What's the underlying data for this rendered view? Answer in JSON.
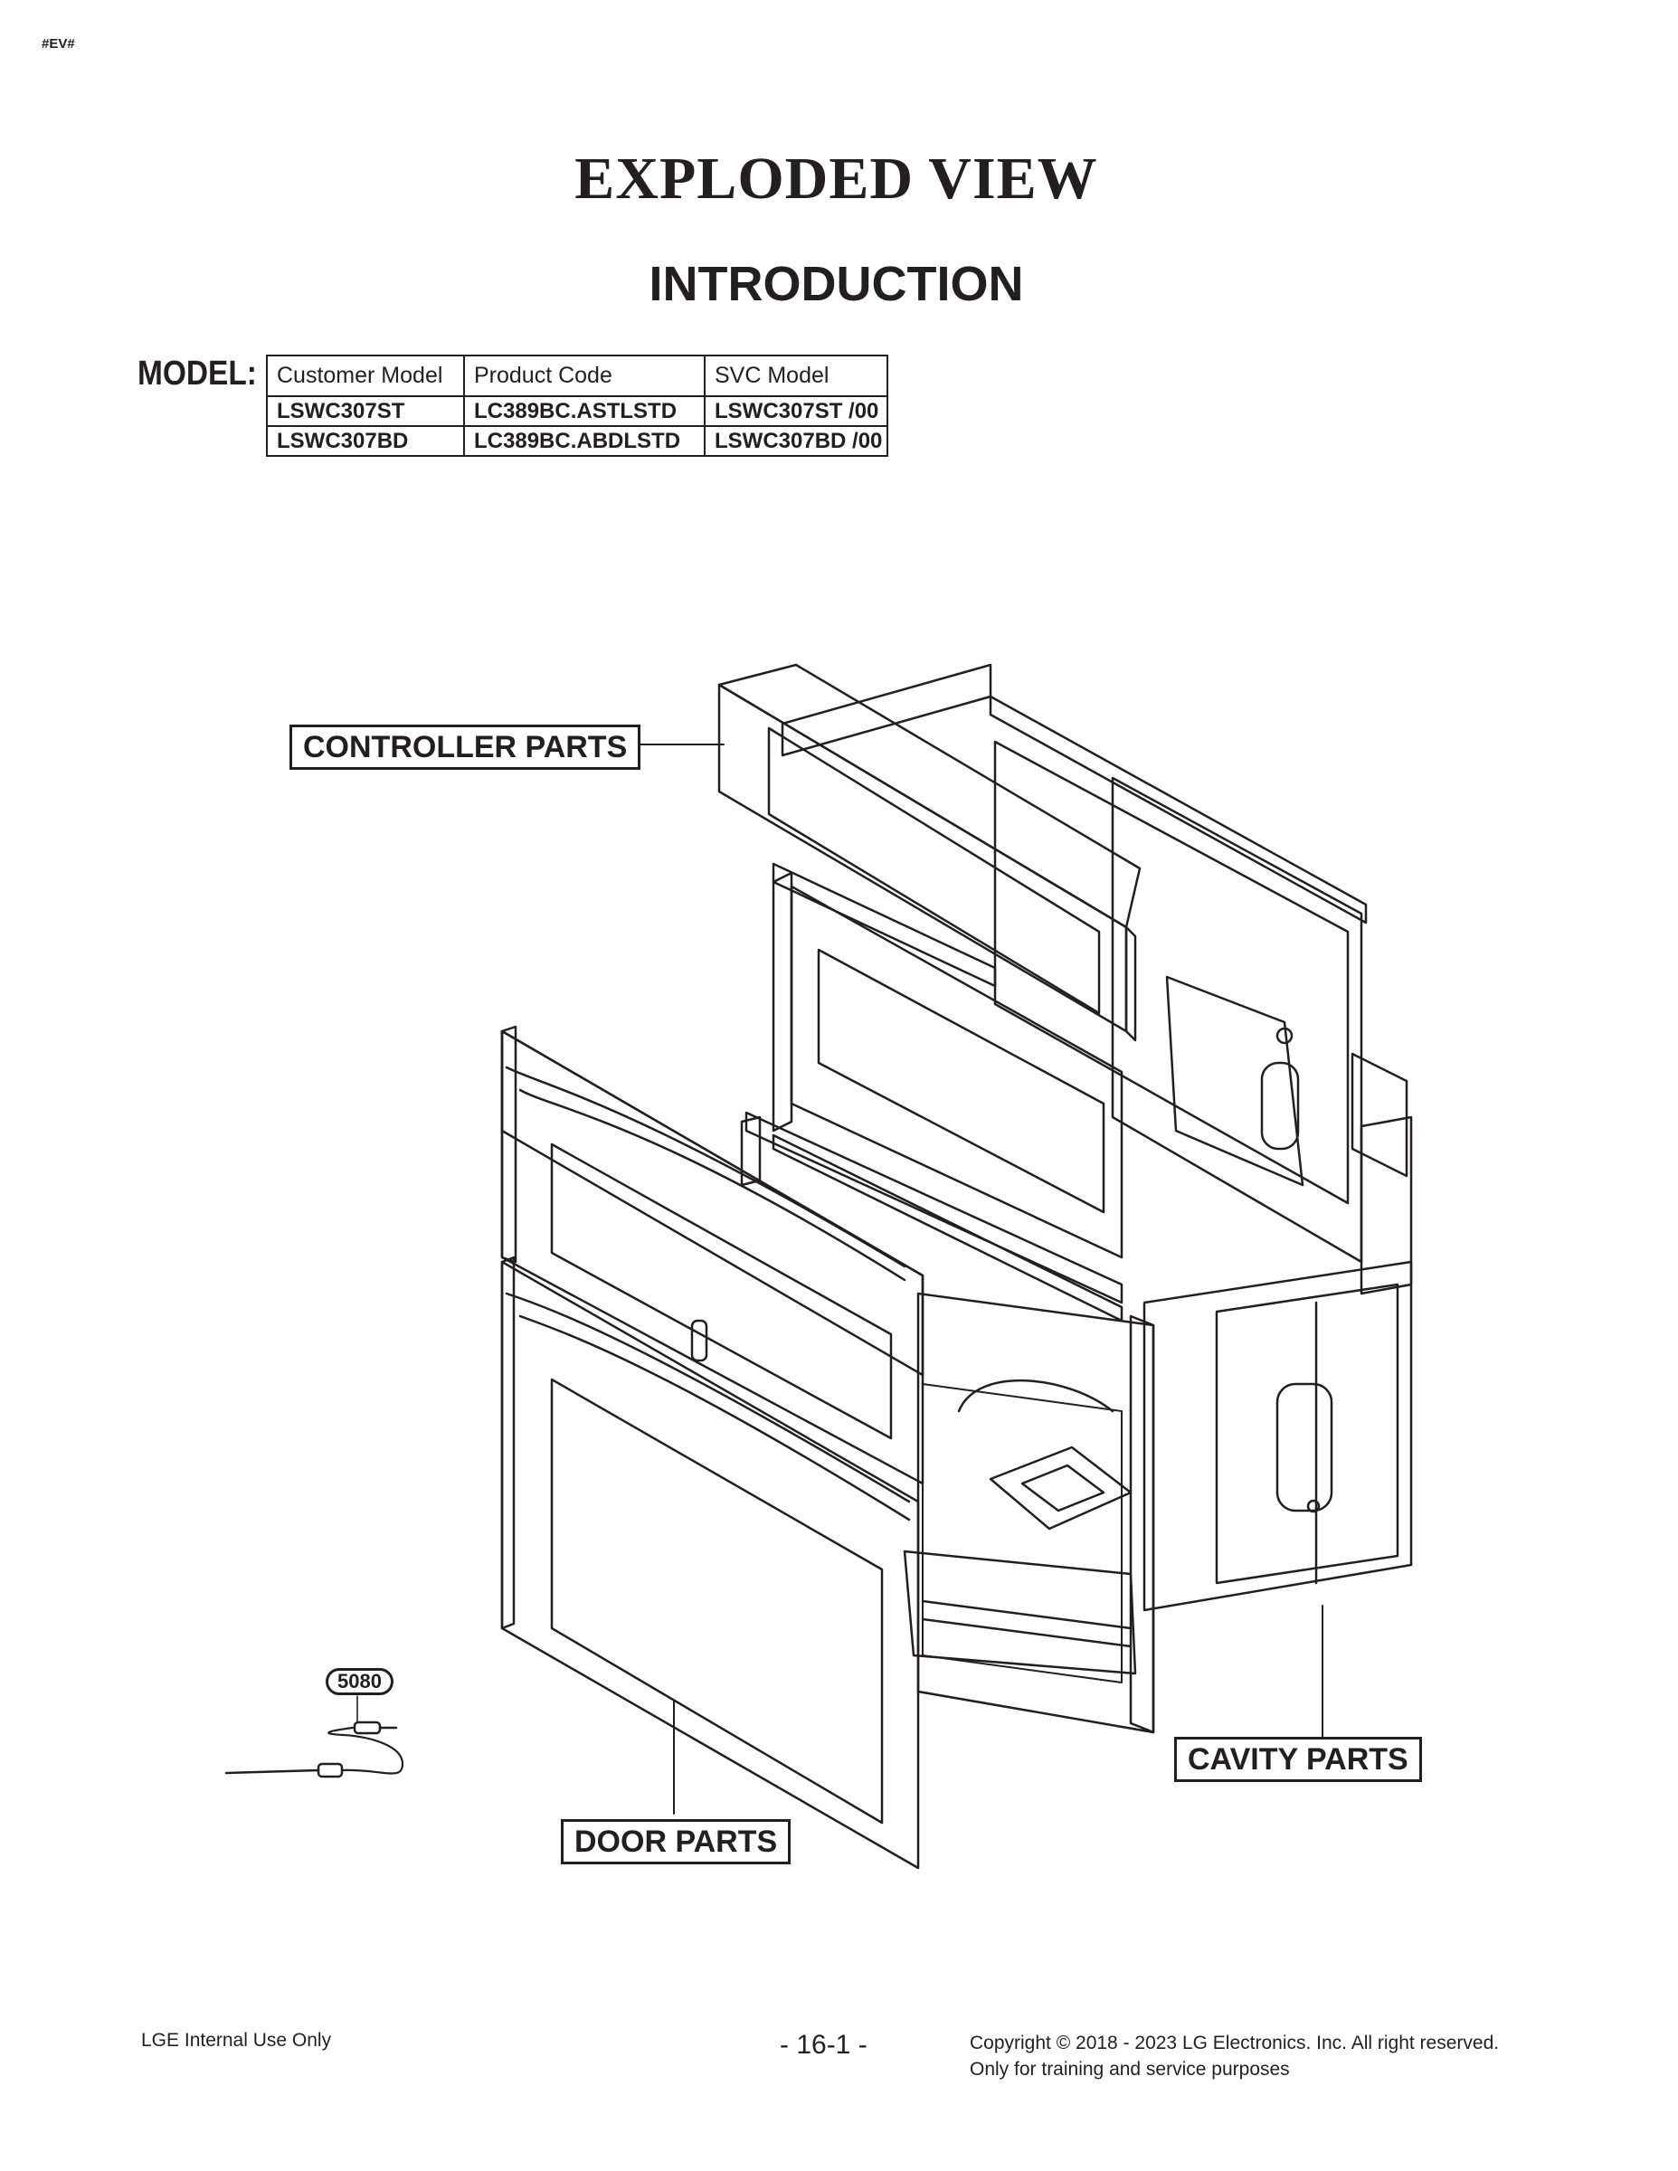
{
  "header": {
    "tag": "#EV#",
    "title": "EXPLODED VIEW",
    "subtitle": "INTRODUCTION"
  },
  "model_table": {
    "label": "MODEL:",
    "columns": [
      "Customer Model",
      "Product Code",
      "SVC Model"
    ],
    "rows": [
      [
        "LSWC307ST",
        "LC389BC.ASTLSTD",
        "LSWC307ST /00"
      ],
      [
        "LSWC307BD",
        "LC389BC.ABDLSTD",
        "LSWC307BD /00"
      ]
    ]
  },
  "callouts": {
    "controller": "CONTROLLER PARTS",
    "cavity": "CAVITY PARTS",
    "door": "DOOR PARTS",
    "part_number": "5080"
  },
  "footer": {
    "left": "LGE Internal Use Only",
    "page": "- 16-1 -",
    "copyright": "Copyright © 2018 - 2023 LG Electronics. Inc. All right reserved.",
    "purpose": "Only for training and service purposes"
  }
}
